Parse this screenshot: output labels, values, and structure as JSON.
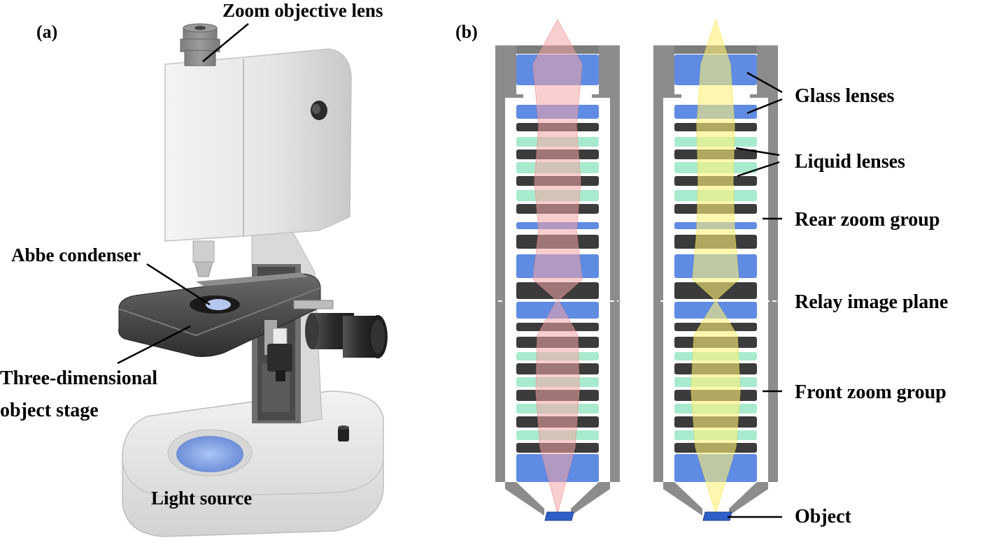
{
  "panels": {
    "a": {
      "tag": "(a)"
    },
    "b": {
      "tag": "(b)"
    }
  },
  "labels": {
    "zoom_objective": "Zoom objective lens",
    "abbe_condenser": "Abbe condenser",
    "stage_line1": "Three-dimensional",
    "stage_line2": "object stage",
    "light_source": "Light source",
    "glass_lenses": "Glass lenses",
    "liquid_lenses": "Liquid lenses",
    "rear_zoom": "Rear zoom group",
    "relay_plane": "Relay image plane",
    "front_zoom": "Front zoom group",
    "object": "Object"
  },
  "colors": {
    "housing": "#8c8c8c",
    "housing_dark": "#5a5a5a",
    "glass_lens": "#4f7ee0",
    "liquid_lens": "#9fe8c8",
    "beam_left": "#f4a6a6",
    "beam_right": "#fff27a",
    "object": "#2f5fc8",
    "microscope_body": "#ececec",
    "stage": "#3e3e3e"
  }
}
